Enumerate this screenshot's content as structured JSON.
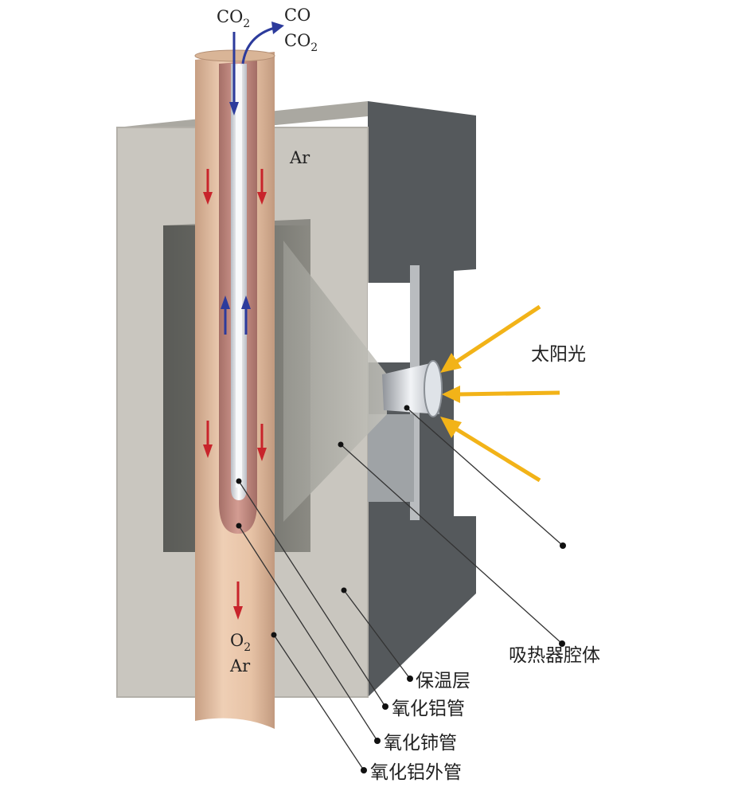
{
  "gas_labels": {
    "inlet_top": {
      "base": "CO",
      "sub": "2"
    },
    "outlet_co": "CO",
    "outlet_co2": {
      "base": "CO",
      "sub": "2"
    },
    "argon_top": "Ar",
    "bottom_o2": {
      "base": "O",
      "sub": "2"
    },
    "bottom_ar": "Ar"
  },
  "sunlight_label": "太阳光",
  "callouts": {
    "absorber_cavity": "吸热器腔体",
    "insulation": "保温层",
    "alumina_tube": "氧化铝管",
    "ceria_tube": "氧化铈管",
    "alumina_outer_tube": "氧化铝外管"
  },
  "colors": {
    "sunlight_arrow": "#F2B318",
    "co2_flow_arrow": "#2C3B9C",
    "o2_flow_arrow": "#C8242B",
    "outer_tube": "#E9C6AA",
    "ceria_tube": "#C98F86",
    "insulation": "#C9C6BF",
    "housing": "#55595C"
  }
}
